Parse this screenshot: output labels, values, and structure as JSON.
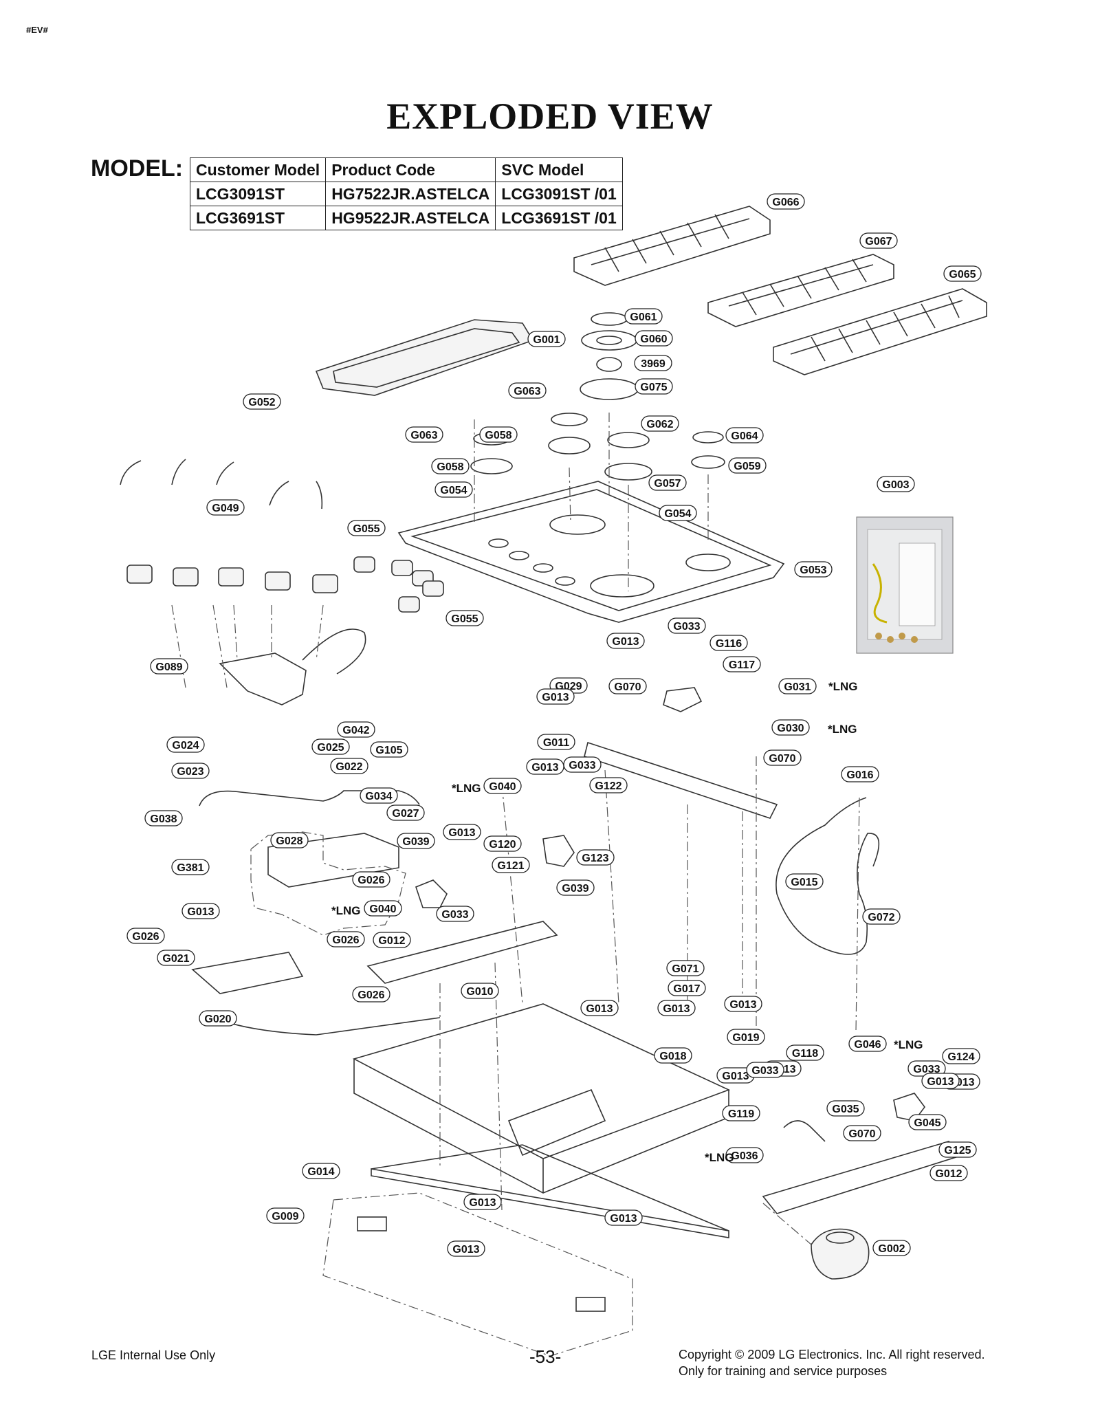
{
  "doc_tag": "#EV#",
  "title": "EXPLODED VIEW",
  "model_label": "MODEL:",
  "model_table": {
    "headers": [
      "Customer Model",
      "Product Code",
      "SVC Model"
    ],
    "rows": [
      [
        "LCG3091ST",
        "HG7522JR.ASTELCA",
        "LCG3091ST /01"
      ],
      [
        "LCG3691ST",
        "HG9522JR.ASTELCA",
        "LCG3691ST /01"
      ]
    ]
  },
  "callouts": [
    "G066",
    "G067",
    "G065",
    "G061",
    "G060",
    "3969",
    "G075",
    "G001",
    "G063",
    "G058",
    "G062",
    "G063",
    "G064",
    "G058",
    "G059",
    "G057",
    "G054",
    "G054",
    "G052",
    "G003",
    "G049",
    "G055",
    "G053",
    "G055",
    "G033",
    "G013",
    "G116",
    "G029",
    "G117",
    "G089",
    "G013",
    "G070",
    "G031",
    "G030",
    "G042",
    "G024",
    "G025",
    "G105",
    "G011",
    "G070",
    "G016",
    "G022",
    "G023",
    "G013",
    "G033",
    "G040",
    "G122",
    "G034",
    "G038",
    "G027",
    "G013",
    "G028",
    "G039",
    "G120",
    "G123",
    "G381",
    "G121",
    "G026",
    "G015",
    "G039",
    "G040",
    "G072",
    "G033",
    "G013",
    "G026",
    "G026",
    "G012",
    "G021",
    "G071",
    "G026",
    "G010",
    "G017",
    "G020",
    "G013",
    "G013",
    "G013",
    "G019",
    "G046",
    "G018",
    "G118",
    "G013",
    "G013",
    "G033",
    "G033",
    "G124",
    "G013",
    "G035",
    "G119",
    "G045",
    "G070",
    "G013",
    "G036",
    "G125",
    "G014",
    "G012",
    "G013",
    "G009",
    "G013",
    "G002",
    "G013"
  ],
  "notes": [
    "*LNG",
    "*LNG",
    "*LNG",
    "*LNG",
    "*LNG",
    "*LNG"
  ],
  "footer": {
    "left": "LGE Internal Use Only",
    "page": "-53-",
    "copyright_line1": "Copyright © 2009 LG Electronics. Inc. All right reserved.",
    "copyright_line2": "Only for training and service purposes"
  }
}
